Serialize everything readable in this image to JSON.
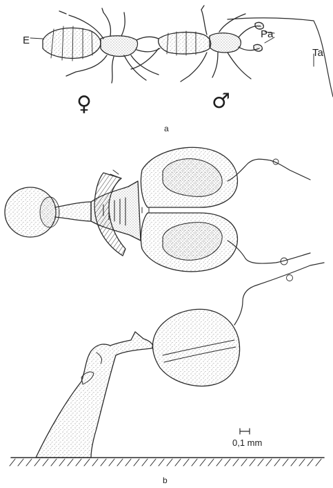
{
  "figure": {
    "panel_a": {
      "label": "a",
      "marker_E": "E",
      "marker_Pa": "Pa",
      "marker_Ta": "Ta",
      "female_symbol": "♀",
      "male_symbol": "♂"
    },
    "panel_b": {
      "label": "b",
      "scale_label": "0,1 mm"
    },
    "colors": {
      "ink": "#2a2a2a",
      "paper": "#ffffff",
      "stipple": "#8a8a8a"
    }
  }
}
